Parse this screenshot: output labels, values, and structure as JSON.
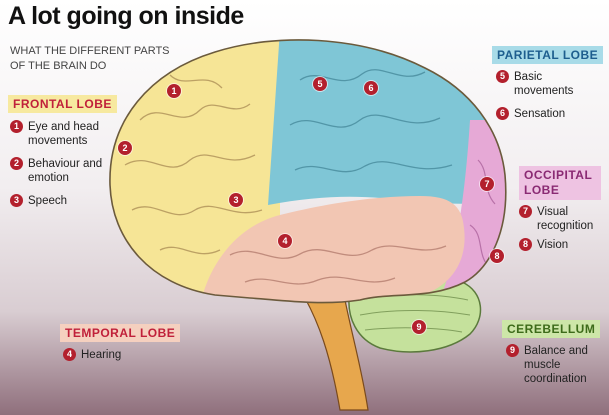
{
  "title": "A lot going on inside",
  "subtitle": "What the different parts of the brain do",
  "colors": {
    "frontal": "#f6e596",
    "parietal": "#7fc6d6",
    "occipital": "#e6a9d6",
    "temporal": "#f2c6b3",
    "cerebellum": "#c5e19c",
    "badge": "#b3202d"
  },
  "sections": {
    "frontal": {
      "label": "FRONTAL LOBE",
      "items": [
        {
          "num": "1",
          "text": "Eye and head movements"
        },
        {
          "num": "2",
          "text": "Behaviour and emotion"
        },
        {
          "num": "3",
          "text": "Speech"
        }
      ]
    },
    "parietal": {
      "label": "PARIETAL LOBE",
      "items": [
        {
          "num": "5",
          "text": "Basic movements"
        },
        {
          "num": "6",
          "text": "Sensation"
        }
      ]
    },
    "occipital": {
      "label": "OCCIPITAL LOBE",
      "items": [
        {
          "num": "7",
          "text": "Visual recognition"
        },
        {
          "num": "8",
          "text": "Vision"
        }
      ]
    },
    "temporal": {
      "label": "TEMPORAL LOBE",
      "items": [
        {
          "num": "4",
          "text": "Hearing"
        }
      ]
    },
    "cerebellum": {
      "label": "CEREBELLUM",
      "items": [
        {
          "num": "9",
          "text": "Balance and muscle coordination"
        }
      ]
    }
  },
  "markers": [
    "1",
    "2",
    "3",
    "4",
    "5",
    "6",
    "7",
    "8",
    "9"
  ]
}
